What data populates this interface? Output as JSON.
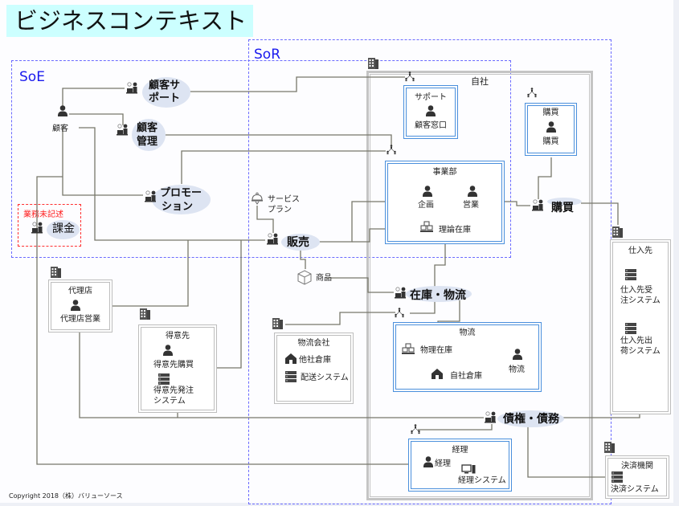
{
  "title": "ビジネスコンテキスト",
  "zones": {
    "soe": "SoE",
    "sor": "SoR",
    "undocumented": "業務未記述"
  },
  "processes": {
    "customer_support": "顧客サ\nポート",
    "customer_support_l1": "顧客サ",
    "customer_support_l2": "ポート",
    "customer_mgmt_l1": "顧客",
    "customer_mgmt_l2": "管理",
    "promotion_l1": "プロモー",
    "promotion_l2": "ション",
    "billing": "課金",
    "sales": "販売",
    "purchasing": "購買",
    "inventory_logistics": "在庫・物流",
    "receivables_payables": "債権・債務"
  },
  "actors": {
    "customer": "顧客"
  },
  "objects": {
    "service_plan_l1": "サービス",
    "service_plan_l2": "プラン",
    "product": "商品"
  },
  "organizations": {
    "own_company": {
      "name": "自社",
      "support": {
        "name": "サポート",
        "members": [
          "顧客窓口"
        ]
      },
      "business_division": {
        "name": "事業部",
        "members": [
          "企画",
          "営業"
        ],
        "systems": [
          "理論在庫"
        ]
      },
      "purchasing": {
        "name": "購買",
        "members": [
          "購買"
        ]
      },
      "logistics": {
        "name": "物流",
        "members": [
          "物流"
        ],
        "items": [
          "物理在庫",
          "自社倉庫"
        ]
      },
      "accounting": {
        "name": "経理",
        "members": [
          "経理"
        ],
        "systems": [
          "経理システム"
        ]
      }
    },
    "agency": {
      "name": "代理店",
      "members": [
        "代理店営業"
      ]
    },
    "client": {
      "name": "得意先",
      "members": [
        "得意先購買"
      ],
      "systems_l1": "得意先発注",
      "systems_l2": "システム"
    },
    "logistics_company": {
      "name": "物流会社",
      "items": [
        "他社倉庫",
        "配送システム"
      ]
    },
    "supplier": {
      "name": "仕入先",
      "system1_l1": "仕入先受",
      "system1_l2": "注システム",
      "system2_l1": "仕入先出",
      "system2_l2": "荷システム"
    },
    "payment_institution": {
      "name": "決済機関",
      "systems": [
        "決済システム"
      ]
    }
  },
  "colors": {
    "title_bg": "#ccffff",
    "zone_border": "#6a6aff",
    "zone_label": "#1a1aee",
    "undocumented": "#ff2020",
    "dept_border": "#4a8fdc",
    "org_border": "#c4c4c4",
    "process_fill": "#dde4f2",
    "connector": "#77776a"
  },
  "footer": {
    "copyright": "Copyright  2018（株）バリューソース"
  }
}
